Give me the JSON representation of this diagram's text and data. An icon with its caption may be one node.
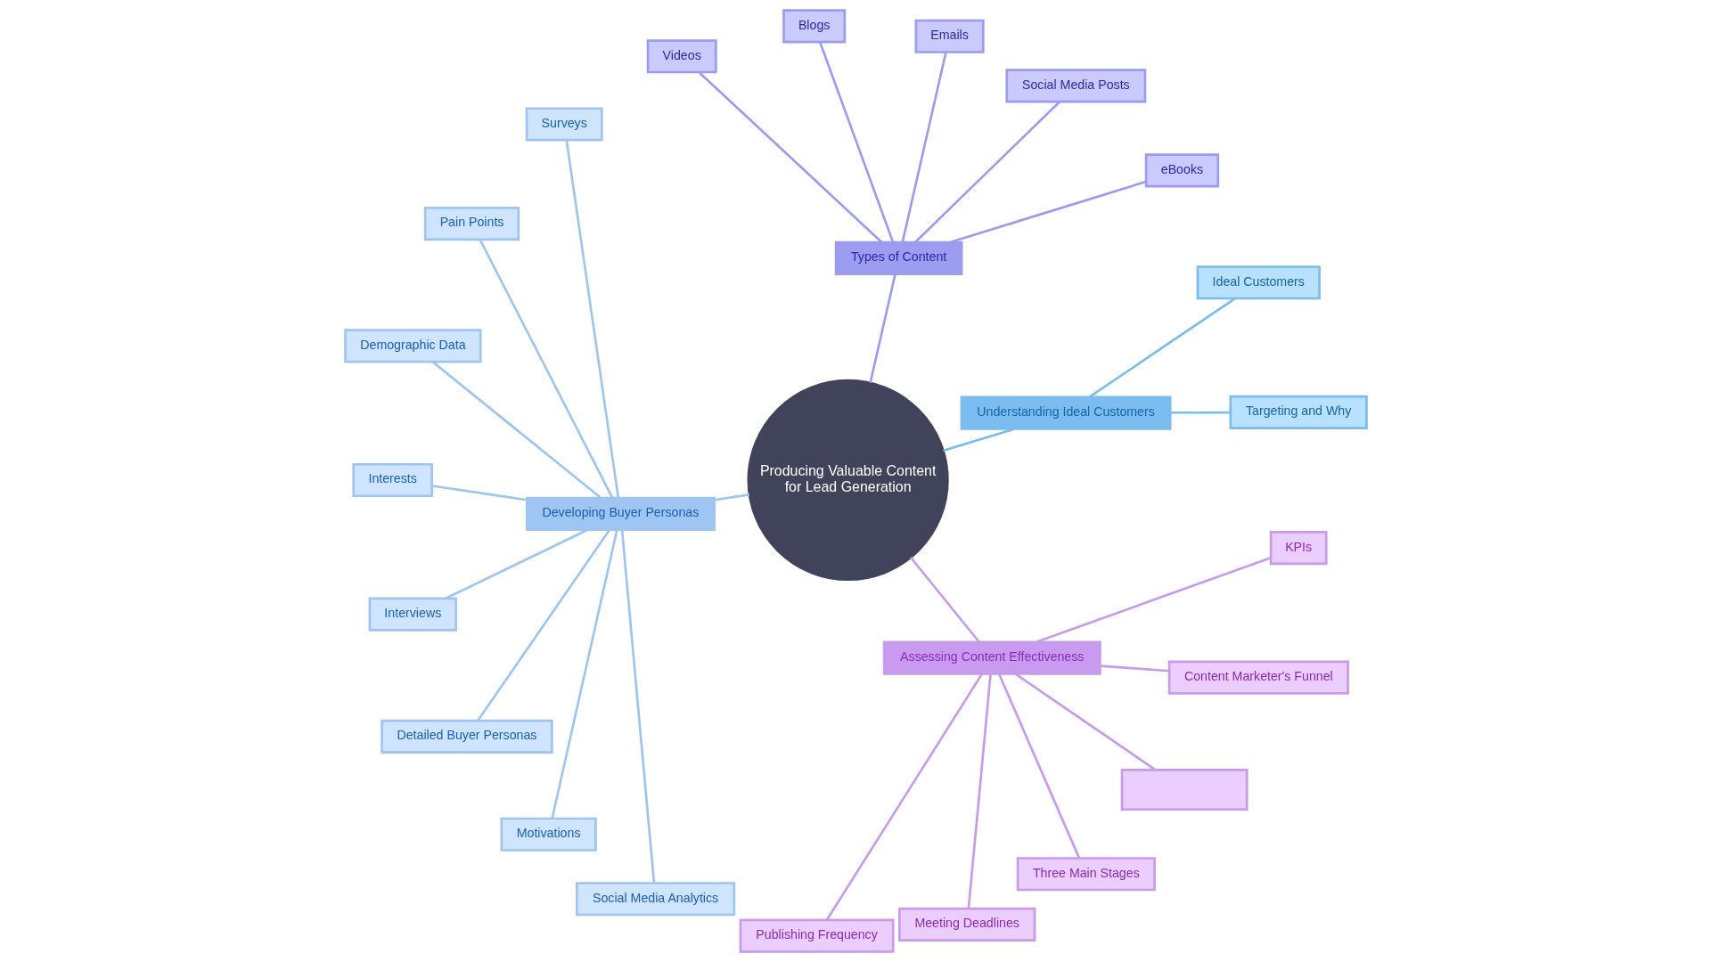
{
  "diagram": {
    "nodes": [
      {
        "text": [
          "Producing Valuable Content for Lead Generation"
        ]
      },
      {
        "text": [
          "Understanding Ideal Customers"
        ]
      },
      {
        "text": [
          "Targeting and Why"
        ]
      },
      {
        "text": [
          "Ideal Customers"
        ]
      },
      {
        "text": [
          "Types of Content"
        ]
      },
      {
        "text": [
          "eBooks"
        ]
      },
      {
        "text": [
          "Social Media Posts"
        ]
      },
      {
        "text": [
          "Emails"
        ]
      },
      {
        "text": [
          "Blogs"
        ]
      },
      {
        "text": [
          "Videos"
        ]
      },
      {
        "text": [
          "Developing Buyer Personas"
        ]
      },
      {
        "text": [
          "Surveys"
        ]
      },
      {
        "text": [
          "Pain Points"
        ]
      },
      {
        "text": [
          "Demographic Data"
        ]
      },
      {
        "text": [
          "Interests"
        ]
      },
      {
        "text": [
          "Interviews"
        ]
      },
      {
        "text": [
          "Detailed Buyer Personas"
        ]
      },
      {
        "text": [
          "Motivations"
        ]
      },
      {
        "text": [
          "Social Media Analytics"
        ]
      },
      {
        "text": [
          "Assessing Content Effectiveness"
        ]
      },
      {
        "text": [
          "Publishing Frequency"
        ]
      },
      {
        "text": [
          "Meeting Deadlines"
        ]
      },
      {
        "text": [
          "Three Main Stages"
        ]
      },
      {
        "text": [],
        "shape": "box"
      },
      {
        "text": [
          "Content Marketer's Funnel"
        ]
      },
      {
        "text": [
          "KPIs"
        ]
      }
    ],
    "edges": [
      {
        "from": 0,
        "to": 1,
        "arrow": "none",
        "color": "#7bbde8"
      },
      {
        "from": 1,
        "to": 2,
        "arrow": "none",
        "color": "#7bbde8"
      },
      {
        "from": 1,
        "to": 3,
        "arrow": "none",
        "color": "#7bbde8"
      },
      {
        "from": 0,
        "to": 4,
        "arrow": "none",
        "color": "#9c9cec"
      },
      {
        "from": 4,
        "to": 5,
        "arrow": "none",
        "color": "#9c9cec"
      },
      {
        "from": 4,
        "to": 6,
        "arrow": "none",
        "color": "#9c9cec"
      },
      {
        "from": 4,
        "to": 7,
        "arrow": "none",
        "color": "#9c9cec"
      },
      {
        "from": 4,
        "to": 8,
        "arrow": "none",
        "color": "#9c9cec"
      },
      {
        "from": 4,
        "to": 9,
        "arrow": "none",
        "color": "#9c9cec"
      },
      {
        "from": 0,
        "to": 10,
        "arrow": "none"
      },
      {
        "from": 10,
        "to": 11,
        "arrow": "none"
      },
      {
        "from": 10,
        "to": 12,
        "arrow": "none"
      },
      {
        "from": 10,
        "to": 13,
        "arrow": "none"
      },
      {
        "from": 10,
        "to": 14,
        "arrow": "none"
      },
      {
        "from": 10,
        "to": 15,
        "arrow": "none"
      },
      {
        "from": 10,
        "to": 16,
        "arrow": "none"
      },
      {
        "from": 10,
        "to": 17,
        "arrow": "none"
      },
      {
        "from": 10,
        "to": 18,
        "arrow": "none"
      },
      {
        "from": 0,
        "to": 19,
        "arrow": "none",
        "color": "#c79be8"
      },
      {
        "from": 19,
        "to": 20,
        "arrow": "none",
        "color": "#c79be8"
      },
      {
        "from": 19,
        "to": 21,
        "arrow": "none",
        "color": "#c79be8"
      },
      {
        "from": 19,
        "to": 22,
        "arrow": "none",
        "color": "#c79be8"
      },
      {
        "from": 19,
        "to": 23,
        "arrow": "none",
        "color": "#c79be8"
      },
      {
        "from": 19,
        "to": 24,
        "arrow": "none",
        "color": "#c79be8"
      },
      {
        "from": 19,
        "to": 25,
        "arrow": "none",
        "color": "#c79be8"
      }
    ]
  }
}
